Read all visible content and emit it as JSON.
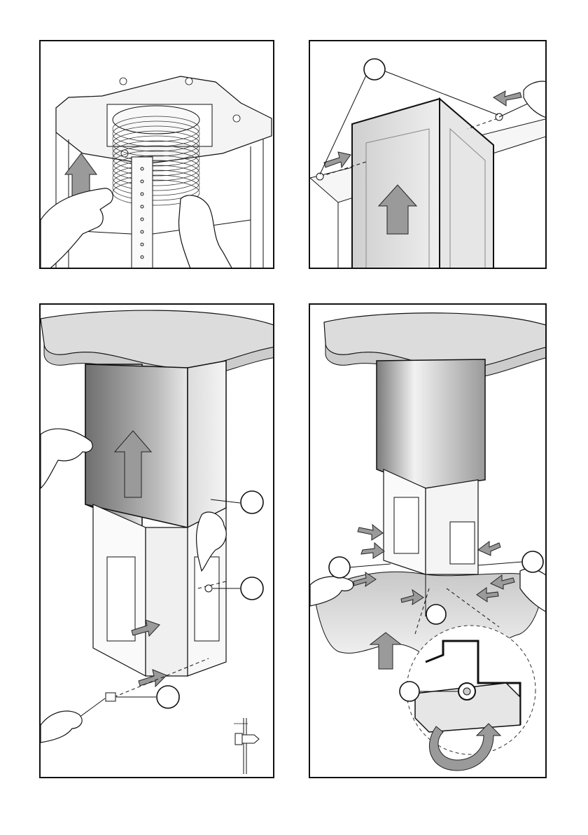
{
  "panels": [
    {
      "id": "panel-1",
      "callouts": []
    },
    {
      "id": "panel-2",
      "callouts": [
        "callout-screw-pair"
      ]
    },
    {
      "id": "panel-3",
      "callouts": [
        "callout-tab",
        "callout-side-screw",
        "callout-bottom-screw"
      ]
    },
    {
      "id": "panel-4",
      "callouts": [
        "callout-left",
        "callout-right",
        "callout-front",
        "callout-detail"
      ]
    }
  ],
  "icons": [
    "upward-arrow-icon",
    "screwdriver-icon",
    "hand-icon",
    "rotate-arrow-icon"
  ],
  "colors": {
    "arrow_fill": "#9a9a9a",
    "panel_border": "#111111",
    "cover_gradient_dark": "#6f6f6f",
    "cover_gradient_light": "#e8e8e8"
  }
}
